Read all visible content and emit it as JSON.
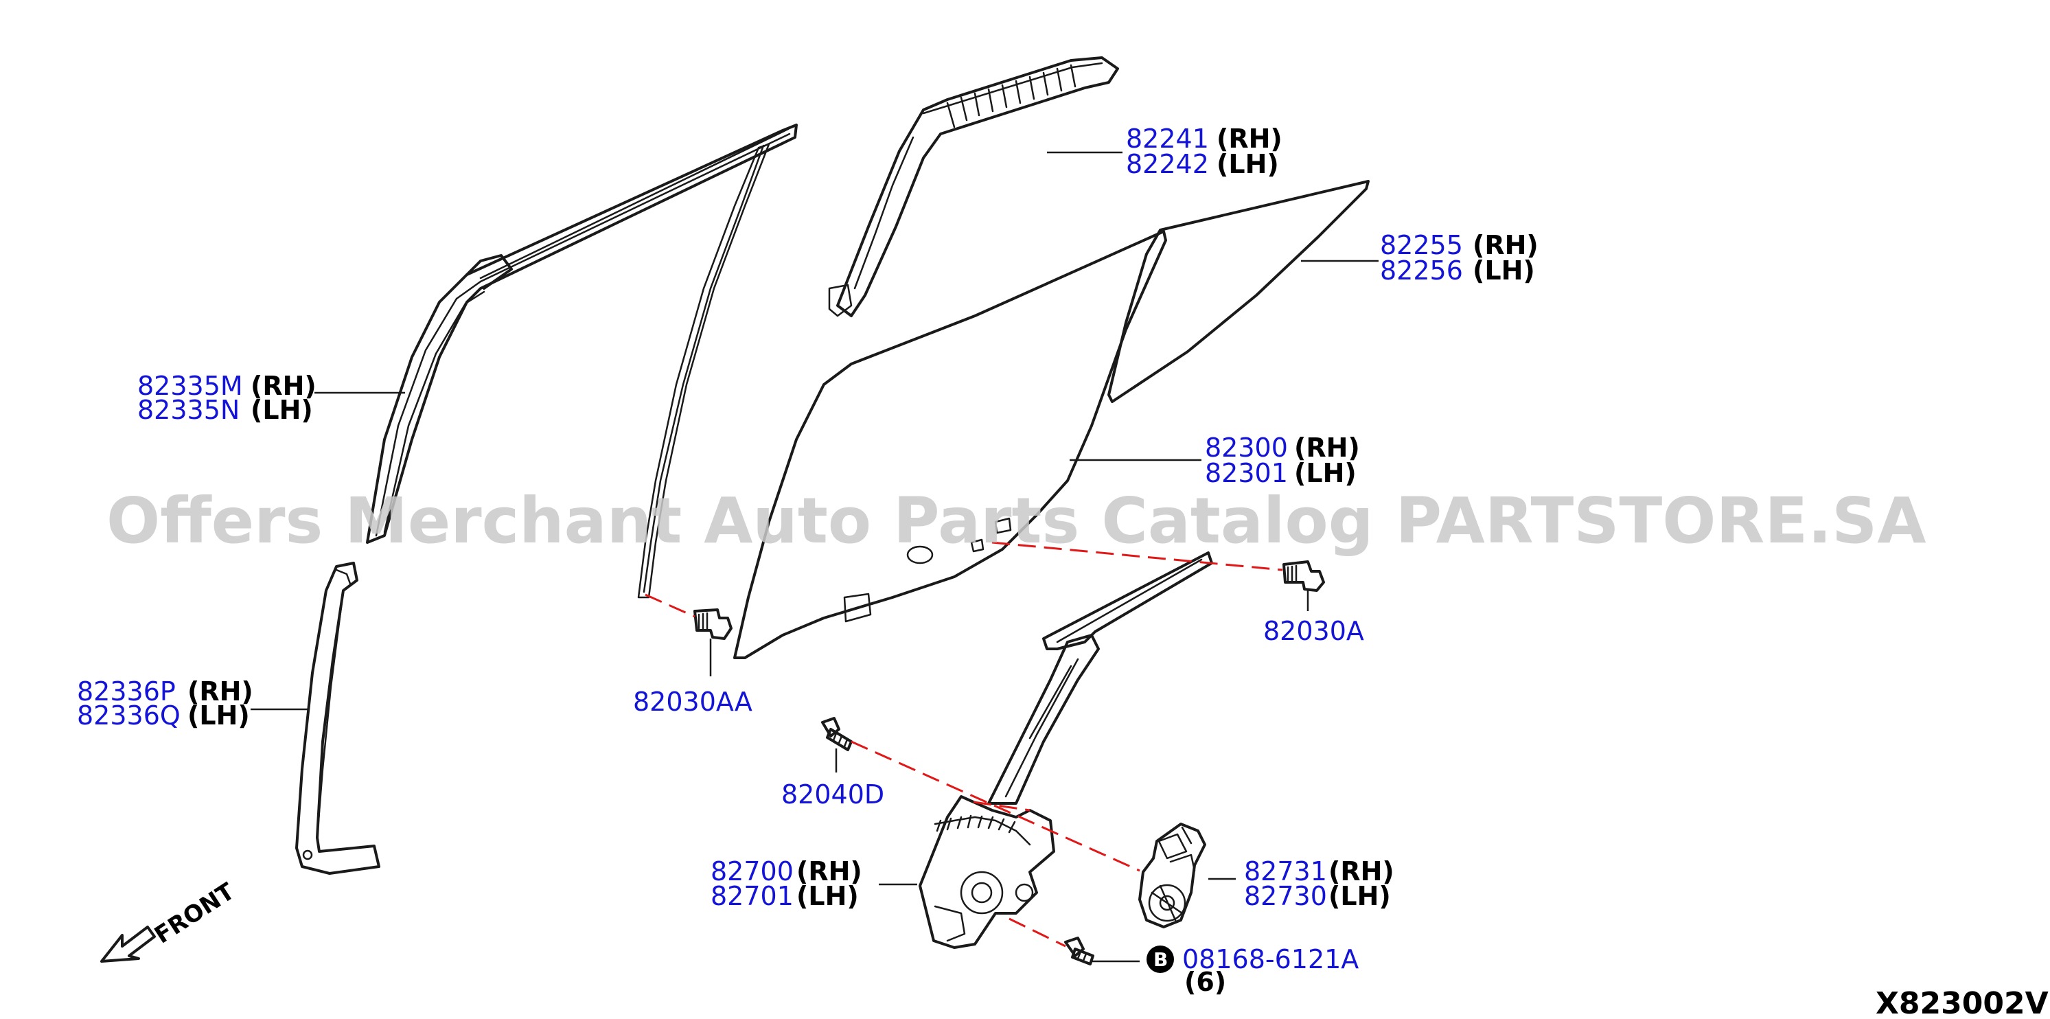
{
  "watermark": "Offers Merchant Auto Parts Catalog PARTSTORE.SA",
  "diagram_code": "X823002V",
  "front_label": "FRONT",
  "callouts": [
    {
      "id": "sash-front",
      "pn1": "82335M",
      "side1": "(RH)",
      "pn2": "82335N",
      "side2": "(LH)"
    },
    {
      "id": "sash-lower",
      "pn1": "82336P",
      "side1": "(RH)",
      "pn2": "82336Q",
      "side2": "(LH)"
    },
    {
      "id": "weatherstrip",
      "pn1": "82241",
      "side1": "(RH)",
      "pn2": "82242",
      "side2": "(LH)"
    },
    {
      "id": "quarter-glass",
      "pn1": "82255",
      "side1": "(RH)",
      "pn2": "82256",
      "side2": "(LH)"
    },
    {
      "id": "door-glass",
      "pn1": "82300",
      "side1": "(RH)",
      "pn2": "82301",
      "side2": "(LH)"
    },
    {
      "id": "regulator",
      "pn1": "82700",
      "side1": "(RH)",
      "pn2": "82701",
      "side2": "(LH)"
    },
    {
      "id": "motor",
      "pn1": "82731",
      "side1": "(RH)",
      "pn2": "82730",
      "side2": "(LH)"
    }
  ],
  "single_parts": {
    "bolt_aa": "82030AA",
    "bolt_a": "82030A",
    "bolt_d": "82040D",
    "bolt_b": "08168-6121A",
    "bolt_b_badge": "B",
    "bolt_b_qty": "(6)"
  }
}
